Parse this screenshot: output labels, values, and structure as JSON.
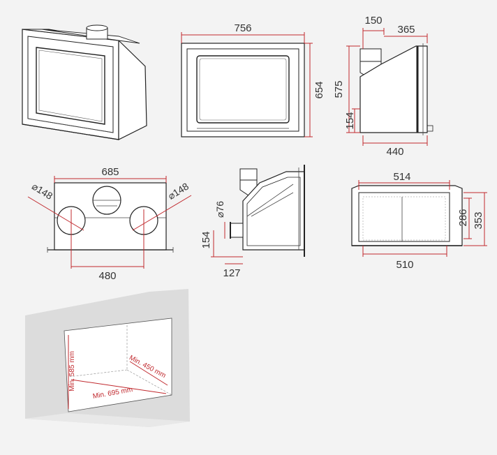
{
  "views": {
    "front_dims": {
      "width": "756",
      "height": "654"
    },
    "side_dims": {
      "top_a": "150",
      "top_b": "365",
      "height": "575",
      "low": "154",
      "depth": "440"
    },
    "top_dims": {
      "width": "685",
      "duct_left": "⌀148",
      "duct_right": "⌀148",
      "spacing": "480"
    },
    "section_dims": {
      "duct": "⌀76",
      "height": "154",
      "offset": "127"
    },
    "rear_dims": {
      "top": "514",
      "inner_h": "286",
      "outer_h": "353",
      "bottom": "510"
    }
  },
  "niche": {
    "height_label": "Min. 585 mm",
    "depth_label": "Min. 450 mm",
    "width_label": "Min. 695 mm"
  },
  "colors": {
    "dimension_red": "#c0282d",
    "line": "#222222",
    "background": "#f3f3f3"
  }
}
